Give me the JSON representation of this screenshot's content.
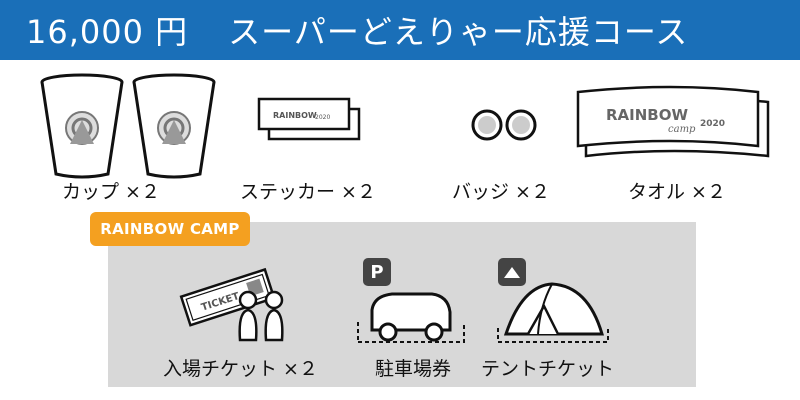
{
  "header": {
    "price": "16,000 円",
    "course": "スーパーどえりゃー応援コース"
  },
  "items": {
    "cup": "カップ ×２",
    "sticker": "ステッカー ×２",
    "badge": "バッジ ×２",
    "towel": "タオル ×２"
  },
  "camp": {
    "tag": "RAINBOW CAMP",
    "entry": "入場チケット ×２",
    "parking": "駐車場券",
    "tent": "テントチケット",
    "ticket_text": "TICKET",
    "parking_icon": "P"
  },
  "brand": {
    "logo": "RAINBOW",
    "camp_script": "camp",
    "year": "2020"
  },
  "colors": {
    "header_bg": "#1a6fb8",
    "tag_bg": "#f4a020",
    "gray_box": "#d8d8d8"
  }
}
